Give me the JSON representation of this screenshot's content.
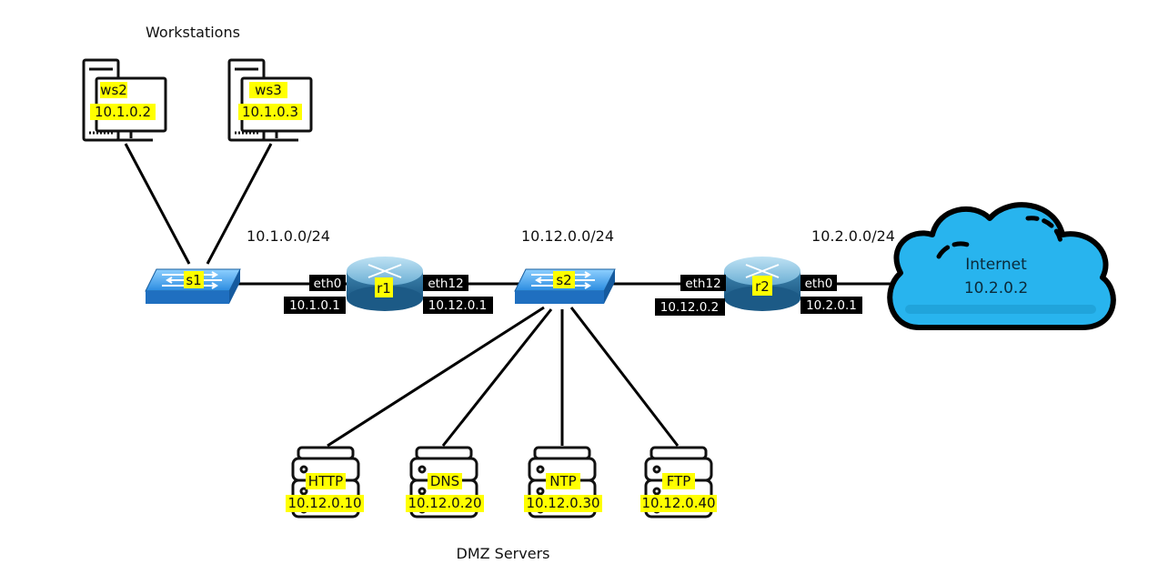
{
  "groups": {
    "workstations": "Workstations",
    "dmz": "DMZ Servers"
  },
  "subnets": {
    "lan": "10.1.0.0/24",
    "dmz": "10.12.0.0/24",
    "wan": "10.2.0.0/24"
  },
  "workstations": [
    {
      "name": "ws2",
      "ip": "10.1.0.2"
    },
    {
      "name": "ws3",
      "ip": "10.1.0.3"
    }
  ],
  "switches": {
    "s1": "s1",
    "s2": "s2"
  },
  "routers": {
    "r1": {
      "name": "r1",
      "left_if": "eth0",
      "left_ip": "10.1.0.1",
      "right_if": "eth12",
      "right_ip": "10.12.0.1"
    },
    "r2": {
      "name": "r2",
      "left_if": "eth12",
      "left_ip": "10.12.0.2",
      "right_if": "eth0",
      "right_ip": "10.2.0.1"
    }
  },
  "internet": {
    "name": "Internet",
    "ip": "10.2.0.2"
  },
  "servers": [
    {
      "name": "HTTP",
      "ip": "10.12.0.10"
    },
    {
      "name": "DNS",
      "ip": "10.12.0.20"
    },
    {
      "name": "NTP",
      "ip": "10.12.0.30"
    },
    {
      "name": "FTP",
      "ip": "10.12.0.40"
    }
  ],
  "colors": {
    "highlight": "#ffff00",
    "interface_bg": "#000000",
    "switch_blue": "#1f7fd6",
    "router_blue": "#5a9ec4",
    "cloud_blue": "#28b4ee",
    "line": "#000000"
  }
}
